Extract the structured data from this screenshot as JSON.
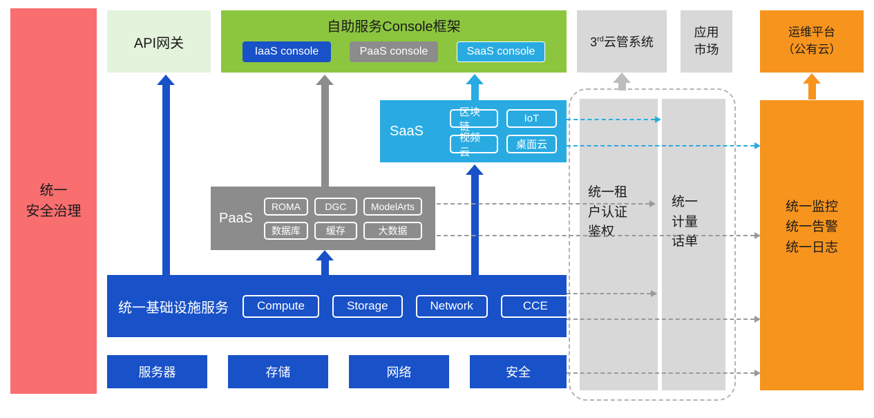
{
  "colors": {
    "red": "#F96E6E",
    "light-green": "#E4F3DC",
    "green": "#8CC63F",
    "blue": "#1851C8",
    "gray": "#8C8C8C",
    "light-gray": "#D8D8D8",
    "cyan": "#29ABE2",
    "orange": "#F7941E",
    "silver": "#BDBDBD",
    "dash-gray": "#999999"
  },
  "security_bar": {
    "label": "统一\n安全治理"
  },
  "api_gateway": {
    "label": "API网关"
  },
  "console_frame": {
    "title": "自助服务Console框架",
    "consoles": [
      {
        "label": "IaaS console"
      },
      {
        "label": "PaaS console"
      },
      {
        "label": "SaaS console"
      }
    ]
  },
  "third_party_cms": {
    "base": "3",
    "sup": "rd",
    "rest": "云管系统"
  },
  "app_market": {
    "label": "应用\n市场"
  },
  "ops_platform": {
    "label": "运维平台\n（公有云）"
  },
  "saas": {
    "label": "SaaS",
    "services": [
      "区块链",
      "IoT",
      "视频云",
      "桌面云"
    ]
  },
  "paas": {
    "label": "PaaS",
    "services": [
      "ROMA",
      "DGC",
      "ModelArts",
      "数据库",
      "缓存",
      "大数据"
    ]
  },
  "infra": {
    "label": "统一基础设施服务",
    "services": [
      "Compute",
      "Storage",
      "Network",
      "CCE"
    ]
  },
  "resources": [
    {
      "label": "服务器"
    },
    {
      "label": "存储"
    },
    {
      "label": "网络"
    },
    {
      "label": "安全"
    }
  ],
  "auth_column": {
    "label": "统一租\n户认证\n鉴权"
  },
  "billing_column": {
    "label": "统一\n计量\n话单"
  },
  "monitoring_column": {
    "label": "统一监控\n统一告警\n统一日志"
  }
}
